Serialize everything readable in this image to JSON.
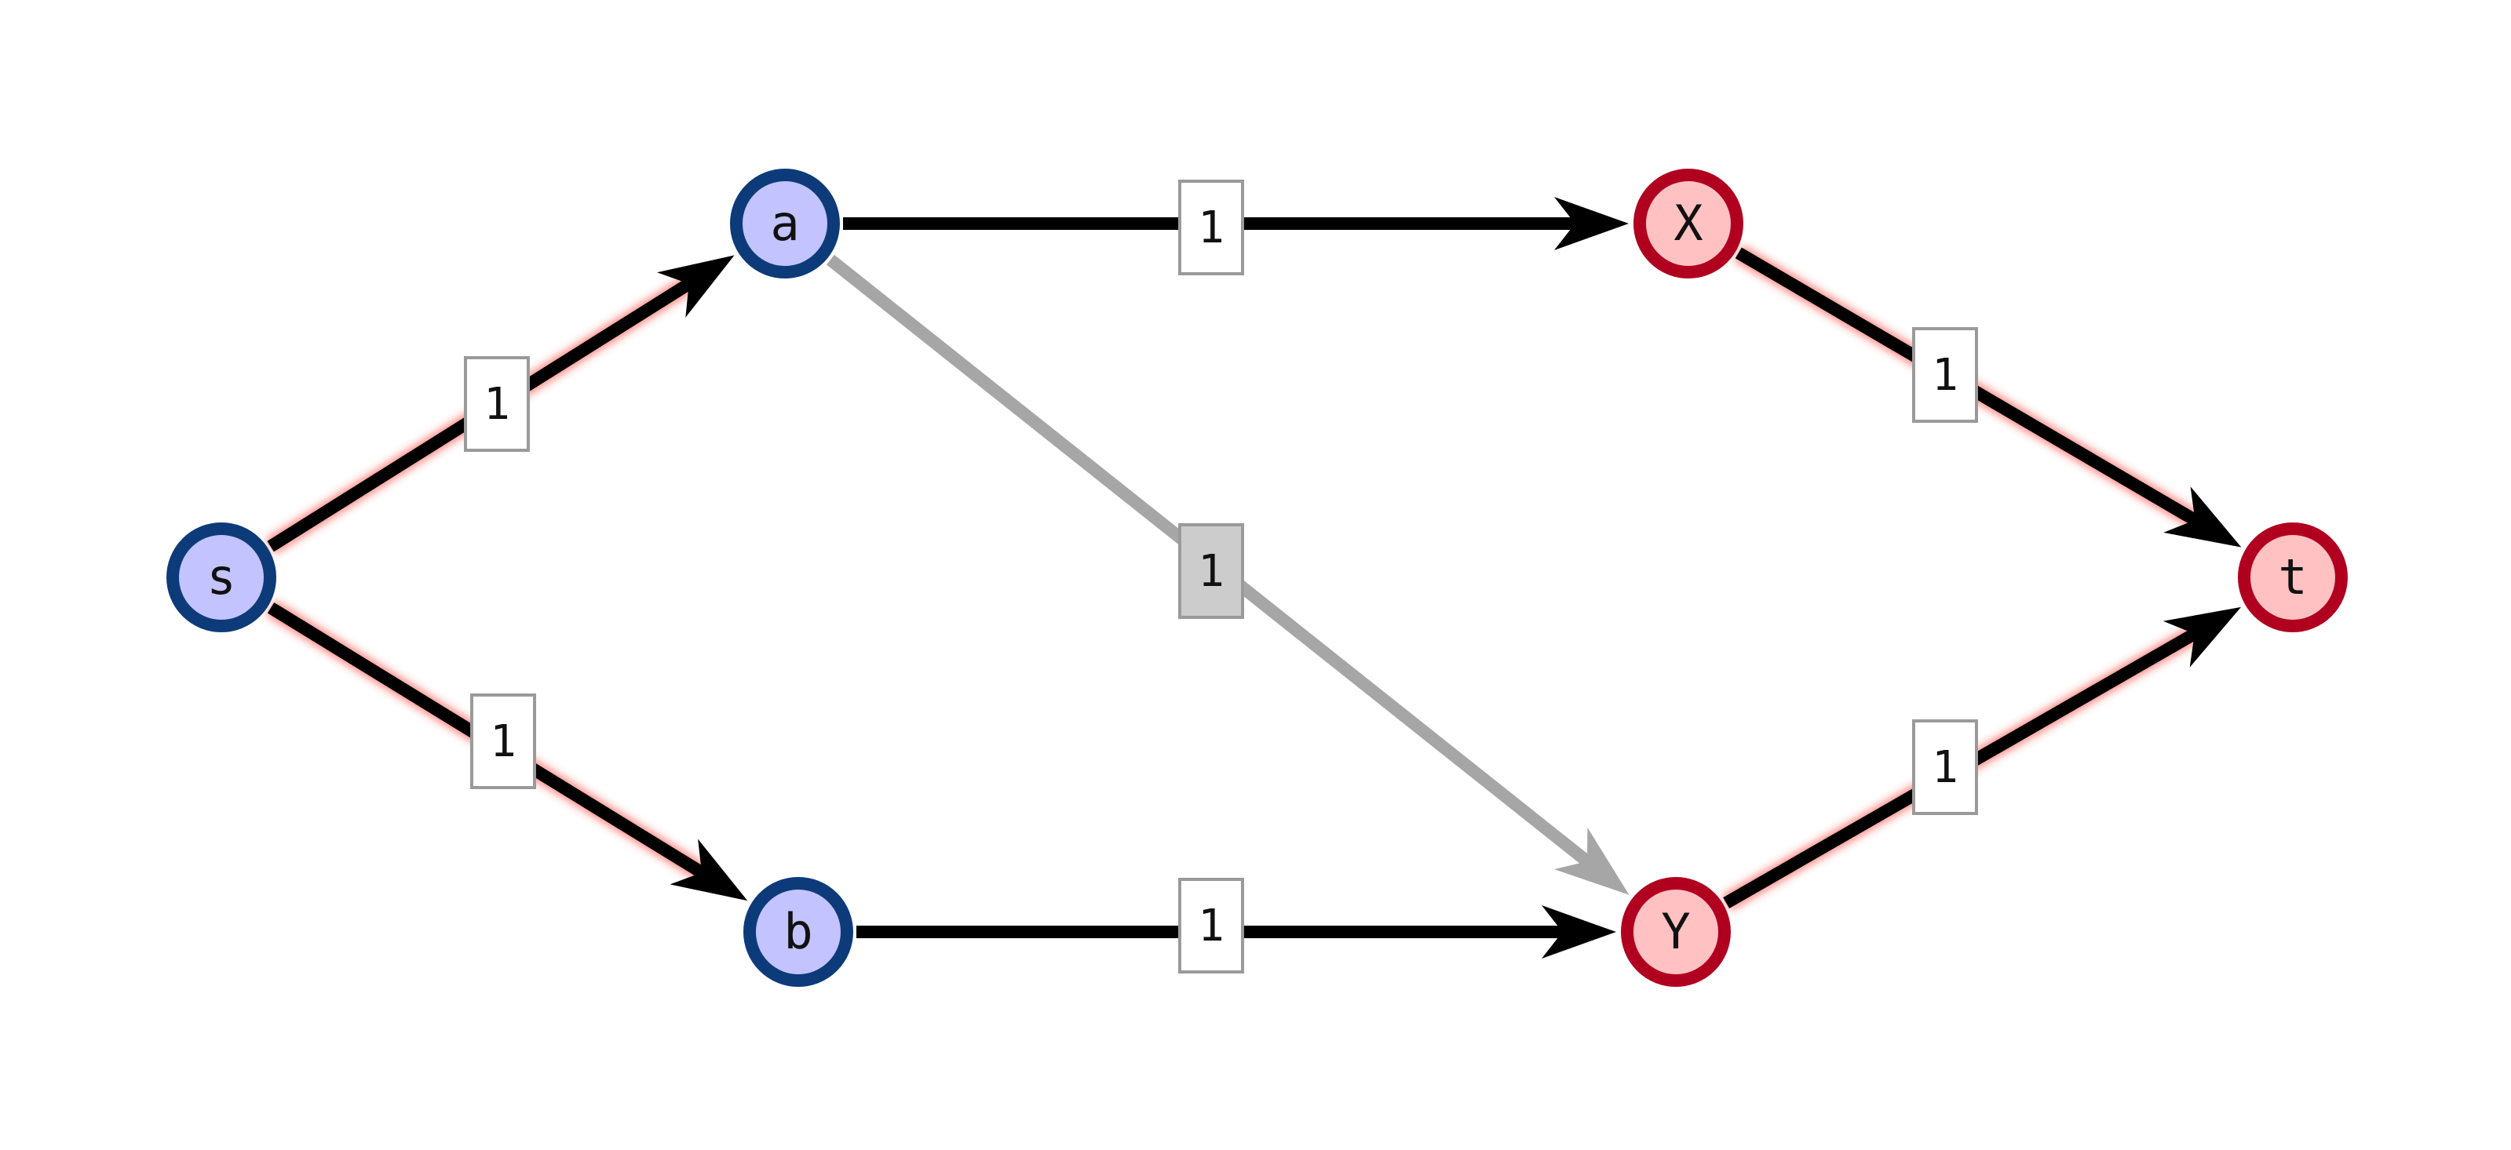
{
  "graph": {
    "colors": {
      "source_fill": "#c3c3ff",
      "source_stroke": "#0d3b7a",
      "sink_fill": "#ffc1c1",
      "sink_stroke": "#b1001f",
      "flow_edge": "#000000",
      "flow_glow": "#ff3b2f",
      "idle_edge": "#a6a6a6",
      "label_fill": "#ffffff",
      "label_fill_idle": "#cccccc",
      "label_border": "#9a9a9a"
    },
    "nodes": [
      {
        "id": "s",
        "label": "s",
        "side": "source"
      },
      {
        "id": "a",
        "label": "a",
        "side": "source"
      },
      {
        "id": "b",
        "label": "b",
        "side": "source"
      },
      {
        "id": "x",
        "label": "X",
        "side": "sink"
      },
      {
        "id": "y",
        "label": "Y",
        "side": "sink"
      },
      {
        "id": "t",
        "label": "t",
        "side": "sink"
      }
    ],
    "edges": [
      {
        "id": "s-a",
        "from": "s",
        "to": "a",
        "label": "1",
        "active": true
      },
      {
        "id": "s-b",
        "from": "s",
        "to": "b",
        "label": "1",
        "active": true
      },
      {
        "id": "a-x",
        "from": "a",
        "to": "x",
        "label": "1",
        "active": true
      },
      {
        "id": "a-y",
        "from": "a",
        "to": "y",
        "label": "1",
        "active": false
      },
      {
        "id": "b-y",
        "from": "b",
        "to": "y",
        "label": "1",
        "active": true
      },
      {
        "id": "x-t",
        "from": "x",
        "to": "t",
        "label": "1",
        "active": true
      },
      {
        "id": "y-t",
        "from": "y",
        "to": "t",
        "label": "1",
        "active": true
      }
    ]
  }
}
